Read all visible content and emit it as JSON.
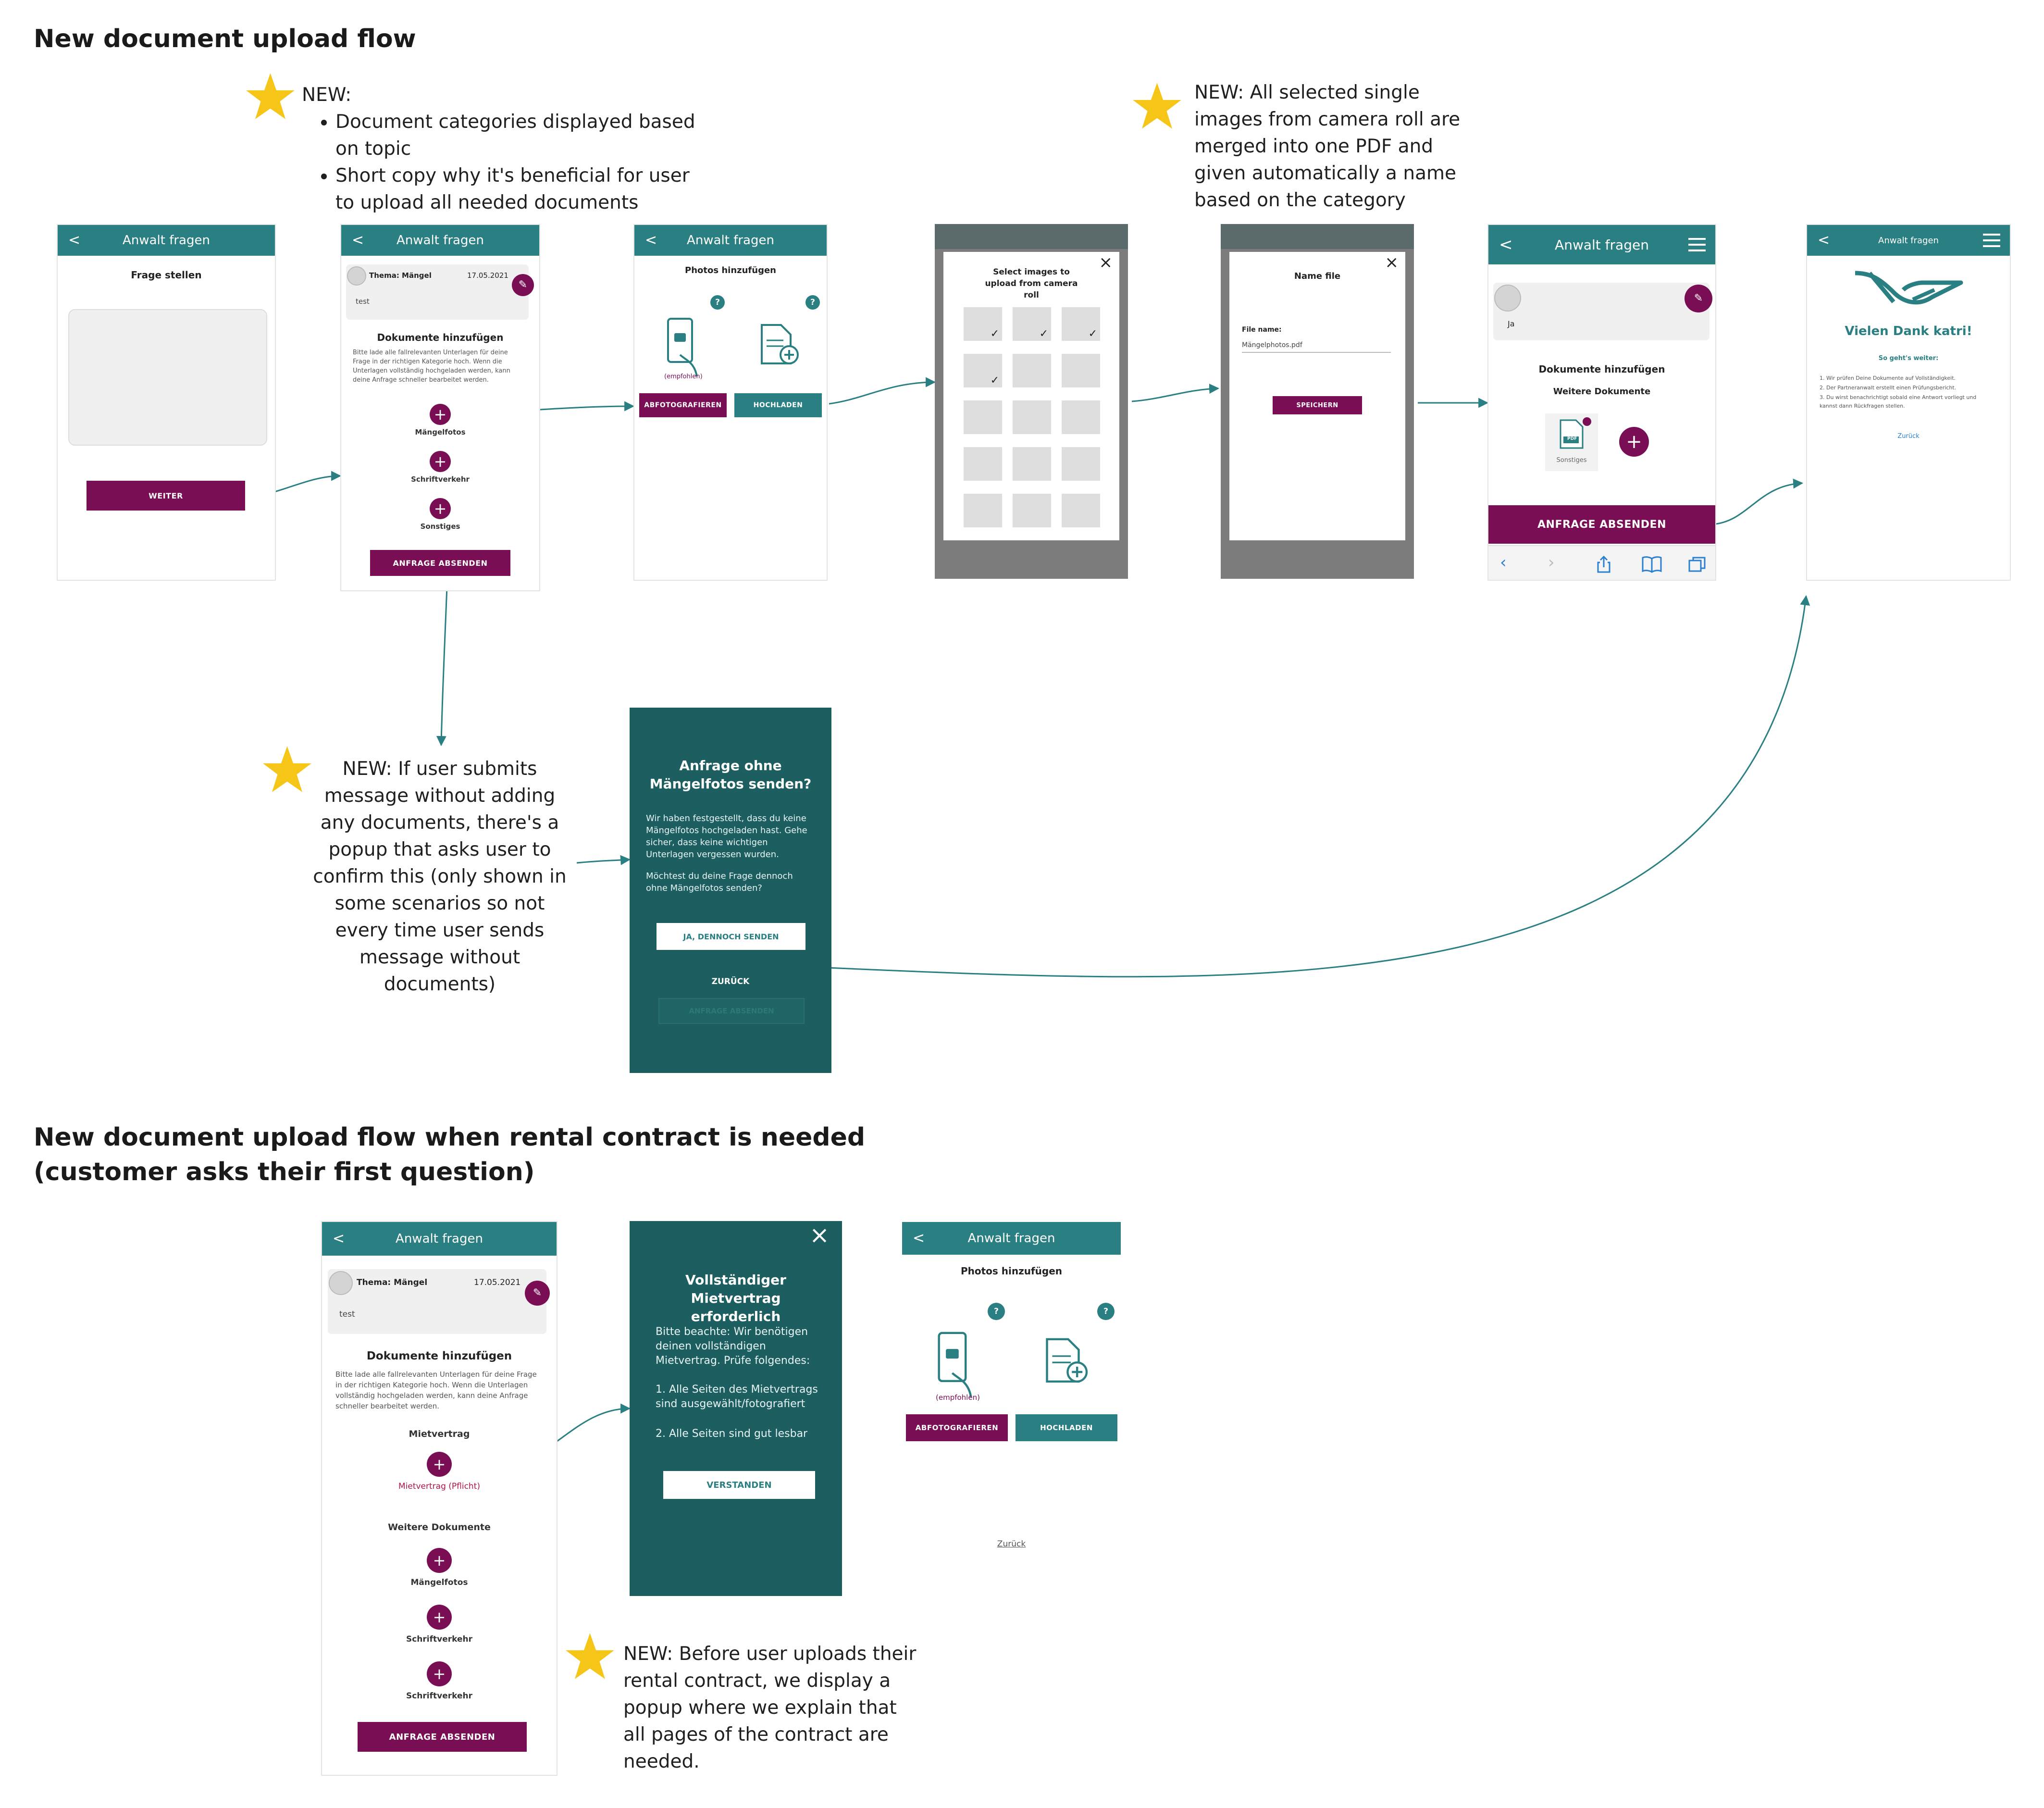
{
  "headings": {
    "flow1": "New document upload flow",
    "flow2_line1": "New document upload flow when rental contract is needed",
    "flow2_line2": "(customer asks their first question)"
  },
  "notes": {
    "categories": {
      "title": "NEW:",
      "bullets": [
        "Document categories displayed based on topic",
        "Short copy why it's beneficial for user to upload all needed documents"
      ]
    },
    "merge": "NEW: All selected single images from camera roll are merged into one PDF and given automatically a name based on the category",
    "popup": "NEW: If user submits message without adding any documents, there's a popup that asks user to confirm this (only shown in some scenarios so not every time user sends message without documents)",
    "contract": "NEW: Before user uploads their rental contract, we display a popup where we explain that all pages of the contract are needed."
  },
  "app": {
    "title": "Anwalt fragen",
    "back": "<"
  },
  "screen1": {
    "title": "Frage stellen",
    "button": "WEITER"
  },
  "screen2": {
    "topic": "Thema: Mängel",
    "date": "17.05.2021",
    "message": "test",
    "section": "Dokumente hinzufügen",
    "desc": "Bitte lade alle fallrelevanten Unterlagen für deine Frage in der richtigen Kategorie hoch. Wenn die Unterlagen vollständig hochgeladen werden, kann deine Anfrage schneller bearbeitet werden.",
    "cat1": "Mängelfotos",
    "cat2": "Schriftverkehr",
    "cat3": "Sonstiges",
    "button": "ANFRAGE ABSENDEN"
  },
  "screen3": {
    "title": "Photos hinzufügen",
    "recommended": "(empfohlen)",
    "btn_photo": "ABFOTOGRAFIEREN",
    "btn_upload": "HOCHLADEN",
    "help": "?"
  },
  "screen4": {
    "title": "Select images to upload from camera roll",
    "close": "×",
    "check": "✓"
  },
  "screen5": {
    "title": "Name file",
    "label": "File name:",
    "value": "Mängelphotos.pdf",
    "button": "SPEICHERN",
    "close": "×"
  },
  "screen6": {
    "reply": "Ja",
    "section": "Dokumente hinzufügen",
    "sub": "Weitere Dokumente",
    "file_label": "Sonstiges",
    "pdf": "PDF",
    "button": "ANFRAGE ABSENDEN"
  },
  "screen7": {
    "thanks": "Vielen Dank katri!",
    "next": "So geht's weiter:",
    "steps": [
      "1. Wir prüfen Deine Dokumente auf Vollständigkeit.",
      "2. Der Partneranwalt erstellt einen Prüfungsbericht.",
      "3. Du wirst benachrichtigt sobald eine Antwort vorliegt und kannst dann Rückfragen stellen."
    ],
    "back": "Zurück"
  },
  "popup1": {
    "title": "Anfrage ohne Mängelfotos senden?",
    "text1": "Wir haben festgestellt, dass du keine Mängelfotos hochgeladen hast. Gehe sicher, dass keine wichtigen Unterlagen vergessen wurden.",
    "text2": "Möchtest du deine Frage dennoch ohne Mängelfotos senden?",
    "confirm": "JA, DENNOCH SENDEN",
    "back": "ZURÜCK",
    "ghost": "ANFRAGE ABSENDEN"
  },
  "screenB1": {
    "topic": "Thema: Mängel",
    "date": "17.05.2021",
    "message": "test",
    "section": "Dokumente hinzufügen",
    "desc": "Bitte lade alle fallrelevanten Unterlagen für deine Frage in der richtigen Kategorie hoch. Wenn die Unterlagen vollständig hochgeladen werden, kann deine Anfrage schneller bearbeitet werden.",
    "contract_head": "Mietvertrag",
    "contract_req": "Mietvertrag (Pflicht)",
    "more": "Weitere Dokumente",
    "cat1": "Mängelfotos",
    "cat2": "Schriftverkehr",
    "cat3": "Schriftverkehr",
    "button": "ANFRAGE ABSENDEN"
  },
  "popup2": {
    "title": "Vollständiger Mietvertrag erforderlich",
    "text": "Bitte beachte: Wir benötigen deinen vollständigen Mietvertrag. Prüfe folgendes:",
    "item1": "1. Alle Seiten des Mietvertrags sind ausgewählt/fotografiert",
    "item2": "2. Alle Seiten sind gut lesbar",
    "button": "VERSTANDEN",
    "close": "×"
  },
  "screenB3": {
    "title": "Photos hinzufügen",
    "recommended": "(empfohlen)",
    "btn_photo": "ABFOTOGRAFIEREN",
    "btn_upload": "HOCHLADEN",
    "back": "Zurück",
    "help": "?"
  },
  "colors": {
    "teal": "#2a7f82",
    "purple": "#7a0e55",
    "dark_teal": "#1d5f60",
    "star": "#f5c518"
  }
}
